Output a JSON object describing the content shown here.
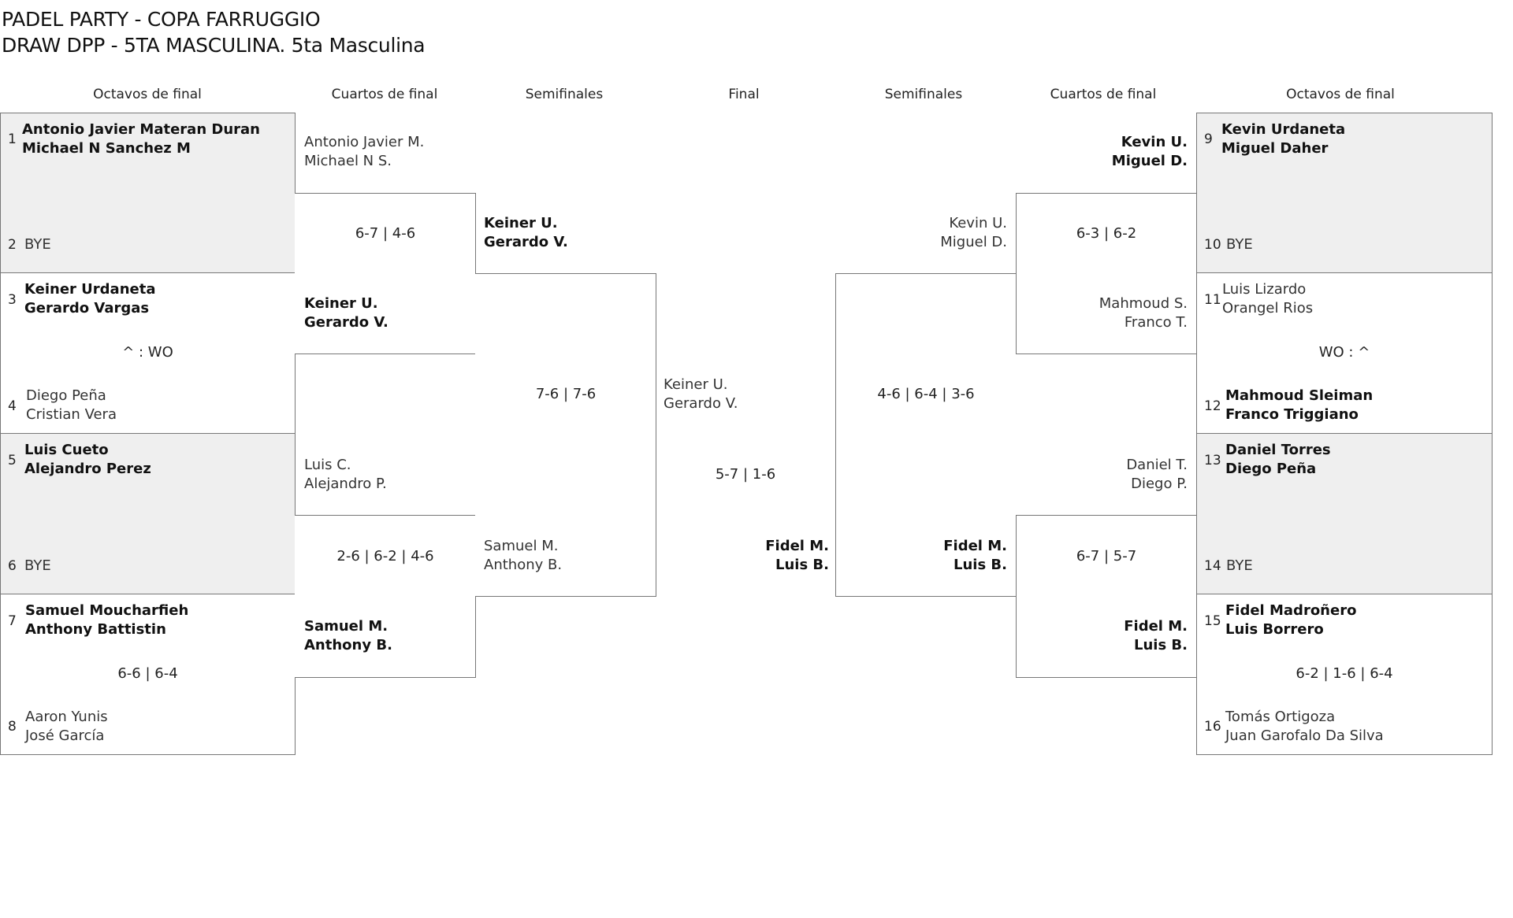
{
  "header": {
    "title1": "PADEL PARTY - COPA FARRUGGIO",
    "title2": "DRAW DPP - 5TA MASCULINA. 5ta Masculina"
  },
  "rounds": {
    "l_octavos": "Octavos de final",
    "l_cuartos": "Cuartos de final",
    "l_semis": "Semifinales",
    "final": "Final",
    "r_semis": "Semifinales",
    "r_cuartos": "Cuartos de final",
    "r_octavos": "Octavos de final"
  },
  "octavos_left": [
    {
      "seed1": "1",
      "t1a": "Antonio Javier Materan Duran",
      "t1b": "Michael N Sanchez M",
      "seed2": "2",
      "t2a": "BYE",
      "t2b": "",
      "score": ""
    },
    {
      "seed1": "3",
      "t1a": "Keiner Urdaneta",
      "t1b": "Gerardo Vargas",
      "seed2": "4",
      "t2a": "Diego Peña",
      "t2b": "Cristian Vera",
      "score": "^ : WO"
    },
    {
      "seed1": "5",
      "t1a": "Luis Cueto",
      "t1b": "Alejandro Perez",
      "seed2": "6",
      "t2a": "BYE",
      "t2b": "",
      "score": ""
    },
    {
      "seed1": "7",
      "t1a": "Samuel Moucharfieh",
      "t1b": "Anthony Battistin",
      "seed2": "8",
      "t2a": "Aaron Yunis",
      "t2b": "José García",
      "score": "6-6 | 6-4"
    }
  ],
  "octavos_right": [
    {
      "seed1": "9",
      "t1a": "Kevin Urdaneta",
      "t1b": "Miguel Daher",
      "seed2": "10",
      "t2a": "BYE",
      "t2b": "",
      "score": ""
    },
    {
      "seed1": "11",
      "t1a": "Luis Lizardo",
      "t1b": "Orangel Rios",
      "seed2": "12",
      "t2a": "Mahmoud Sleiman",
      "t2b": "Franco Triggiano",
      "score": "WO : ^"
    },
    {
      "seed1": "13",
      "t1a": "Daniel Torres",
      "t1b": "Diego Peña",
      "seed2": "14",
      "t2a": "BYE",
      "t2b": "",
      "score": ""
    },
    {
      "seed1": "15",
      "t1a": "Fidel Madroñero",
      "t1b": "Luis Borrero",
      "seed2": "16",
      "t2a": "Tomás Ortigoza",
      "t2b": "Juan Garofalo Da Silva",
      "score": "6-2 | 1-6 | 6-4"
    }
  ],
  "cuartos_left": [
    {
      "t1a": "Antonio Javier M.",
      "t1b": "Michael N S.",
      "t2a": "Keiner U.",
      "t2b": "Gerardo V.",
      "score": "6-7 | 4-6"
    },
    {
      "t1a": "Luis C.",
      "t1b": "Alejandro P.",
      "t2a": "Samuel M.",
      "t2b": "Anthony B.",
      "score": "2-6 | 6-2 | 4-6"
    }
  ],
  "cuartos_right": [
    {
      "t1a": "Kevin U.",
      "t1b": "Miguel D.",
      "t2a": "Mahmoud S.",
      "t2b": "Franco T.",
      "score": "6-3 | 6-2"
    },
    {
      "t1a": "Daniel T.",
      "t1b": "Diego P.",
      "t2a": "Fidel M.",
      "t2b": "Luis B.",
      "score": "6-7 | 5-7"
    }
  ],
  "semi_left": {
    "t1a": "Keiner U.",
    "t1b": "Gerardo V.",
    "t2a": "Samuel M.",
    "t2b": "Anthony B.",
    "score": "7-6 | 7-6"
  },
  "semi_right": {
    "t1a": "Kevin U.",
    "t1b": "Miguel D.",
    "t2a": "Fidel M.",
    "t2b": "Luis B.",
    "score": "4-6 | 6-4 | 3-6"
  },
  "final_match": {
    "t1a": "Keiner U.",
    "t1b": "Gerardo V.",
    "t2a": "Fidel M.",
    "t2b": "Luis B.",
    "score": "5-7 | 1-6"
  }
}
